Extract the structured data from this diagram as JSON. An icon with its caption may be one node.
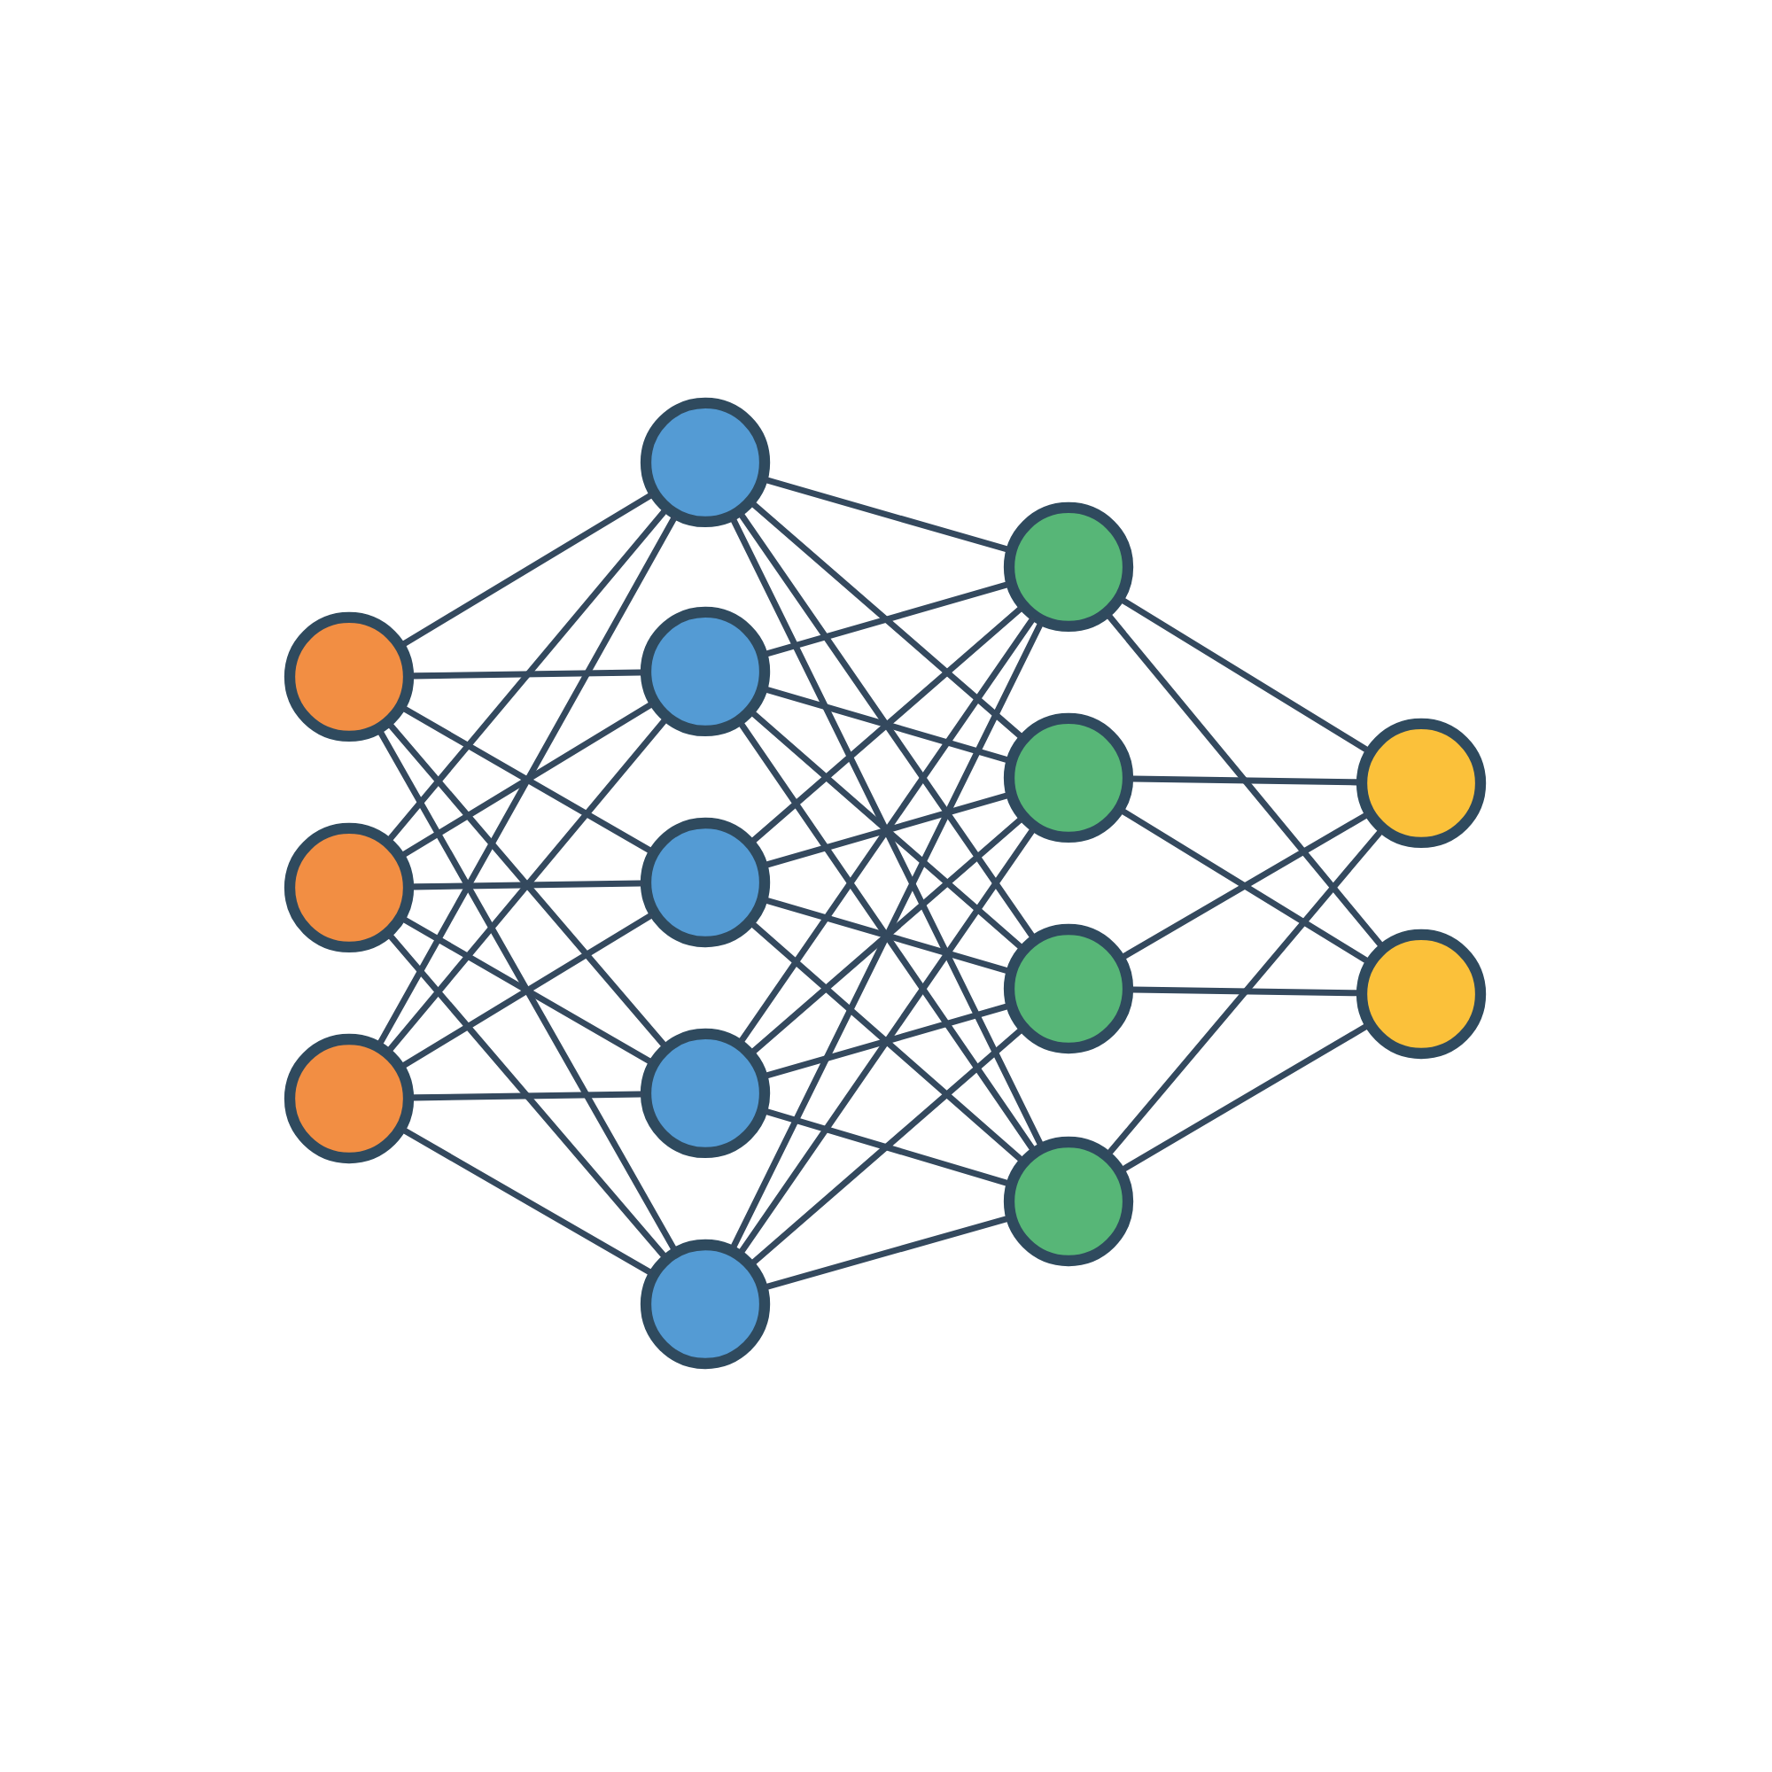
{
  "diagram": {
    "nodes": [
      {
        "text": [],
        "shape": "circle"
      },
      {
        "text": [],
        "shape": "circle"
      },
      {
        "text": [],
        "shape": "circle"
      },
      {
        "text": [],
        "shape": "circle"
      },
      {
        "text": [],
        "shape": "circle"
      },
      {
        "text": [],
        "shape": "circle"
      },
      {
        "text": [],
        "shape": "circle"
      },
      {
        "text": [],
        "shape": "circle"
      },
      {
        "text": [],
        "shape": "circle"
      },
      {
        "text": [],
        "shape": "circle"
      },
      {
        "text": [],
        "shape": "circle"
      },
      {
        "text": [],
        "shape": "circle"
      },
      {
        "text": [],
        "shape": "circle"
      },
      {
        "text": [],
        "shape": "circle"
      }
    ],
    "edges": [
      {
        "from": 0,
        "to": 3,
        "arrow": "none"
      },
      {
        "from": 0,
        "to": 4,
        "arrow": "none"
      },
      {
        "from": 0,
        "to": 5,
        "arrow": "none"
      },
      {
        "from": 0,
        "to": 6,
        "arrow": "none"
      },
      {
        "from": 0,
        "to": 7,
        "arrow": "none"
      },
      {
        "from": 1,
        "to": 3,
        "arrow": "none"
      },
      {
        "from": 1,
        "to": 4,
        "arrow": "none"
      },
      {
        "from": 1,
        "to": 5,
        "arrow": "none"
      },
      {
        "from": 1,
        "to": 6,
        "arrow": "none"
      },
      {
        "from": 1,
        "to": 7,
        "arrow": "none"
      },
      {
        "from": 2,
        "to": 3,
        "arrow": "none"
      },
      {
        "from": 2,
        "to": 4,
        "arrow": "none"
      },
      {
        "from": 2,
        "to": 5,
        "arrow": "none"
      },
      {
        "from": 2,
        "to": 6,
        "arrow": "none"
      },
      {
        "from": 2,
        "to": 7,
        "arrow": "none"
      },
      {
        "from": 3,
        "to": 8,
        "arrow": "none"
      },
      {
        "from": 3,
        "to": 9,
        "arrow": "none"
      },
      {
        "from": 3,
        "to": 10,
        "arrow": "none"
      },
      {
        "from": 3,
        "to": 11,
        "arrow": "none"
      },
      {
        "from": 4,
        "to": 8,
        "arrow": "none"
      },
      {
        "from": 4,
        "to": 9,
        "arrow": "none"
      },
      {
        "from": 4,
        "to": 10,
        "arrow": "none"
      },
      {
        "from": 4,
        "to": 11,
        "arrow": "none"
      },
      {
        "from": 5,
        "to": 8,
        "arrow": "none"
      },
      {
        "from": 5,
        "to": 9,
        "arrow": "none"
      },
      {
        "from": 5,
        "to": 10,
        "arrow": "none"
      },
      {
        "from": 5,
        "to": 11,
        "arrow": "none"
      },
      {
        "from": 6,
        "to": 8,
        "arrow": "none"
      },
      {
        "from": 6,
        "to": 9,
        "arrow": "none"
      },
      {
        "from": 6,
        "to": 10,
        "arrow": "none"
      },
      {
        "from": 6,
        "to": 11,
        "arrow": "none"
      },
      {
        "from": 7,
        "to": 8,
        "arrow": "none"
      },
      {
        "from": 7,
        "to": 9,
        "arrow": "none"
      },
      {
        "from": 7,
        "to": 10,
        "arrow": "none"
      },
      {
        "from": 7,
        "to": 11,
        "arrow": "none"
      },
      {
        "from": 8,
        "to": 12,
        "arrow": "none"
      },
      {
        "from": 8,
        "to": 13,
        "arrow": "none"
      },
      {
        "from": 9,
        "to": 12,
        "arrow": "none"
      },
      {
        "from": 9,
        "to": 13,
        "arrow": "none"
      },
      {
        "from": 10,
        "to": 12,
        "arrow": "none"
      },
      {
        "from": 10,
        "to": 13,
        "arrow": "none"
      },
      {
        "from": 11,
        "to": 12,
        "arrow": "none"
      },
      {
        "from": 11,
        "to": 13,
        "arrow": "none"
      }
    ]
  }
}
